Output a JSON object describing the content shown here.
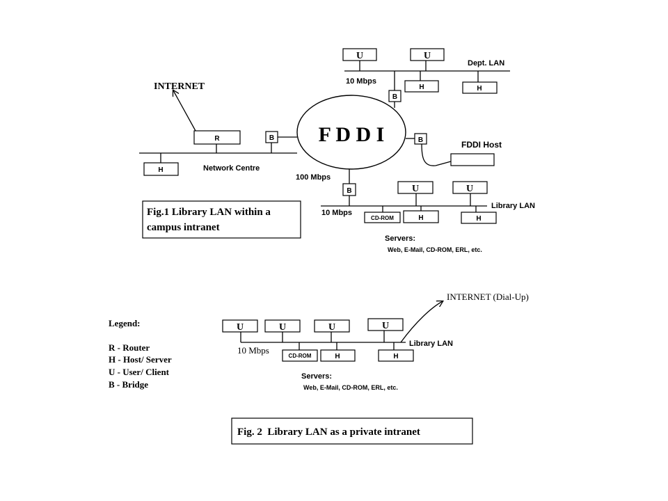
{
  "fig1": {
    "title_line1": "Fig.1 Library LAN within a",
    "title_line2": "campus intranet",
    "fddi": "F D D I",
    "internet": "INTERNET",
    "router": "R",
    "bridge": "B",
    "host": "H",
    "user": "U",
    "network_centre": "Network Centre",
    "speed_100": "100 Mbps",
    "speed_10_dept": "10 Mbps",
    "speed_10_lib": "10 Mbps",
    "dept_lan": "Dept. LAN",
    "fddi_host": "FDDI Host",
    "library_lan": "Library LAN",
    "cdrom": "CD-ROM",
    "servers_label": "Servers:",
    "servers_list": "Web, E-Mail, CD-ROM, ERL, etc."
  },
  "fig2": {
    "title": "Fig. 2  Library LAN as a private intranet",
    "internet": "INTERNET (Dial-Up)",
    "user": "U",
    "host": "H",
    "cdrom": "CD-ROM",
    "speed_10": "10 Mbps",
    "library_lan": "Library LAN",
    "servers_label": "Servers:",
    "servers_list": "Web, E-Mail, CD-ROM, ERL, etc."
  },
  "legend": {
    "title": "Legend:",
    "items": [
      "R - Router",
      "H - Host/ Server",
      "U - User/ Client",
      "B - Bridge"
    ]
  }
}
